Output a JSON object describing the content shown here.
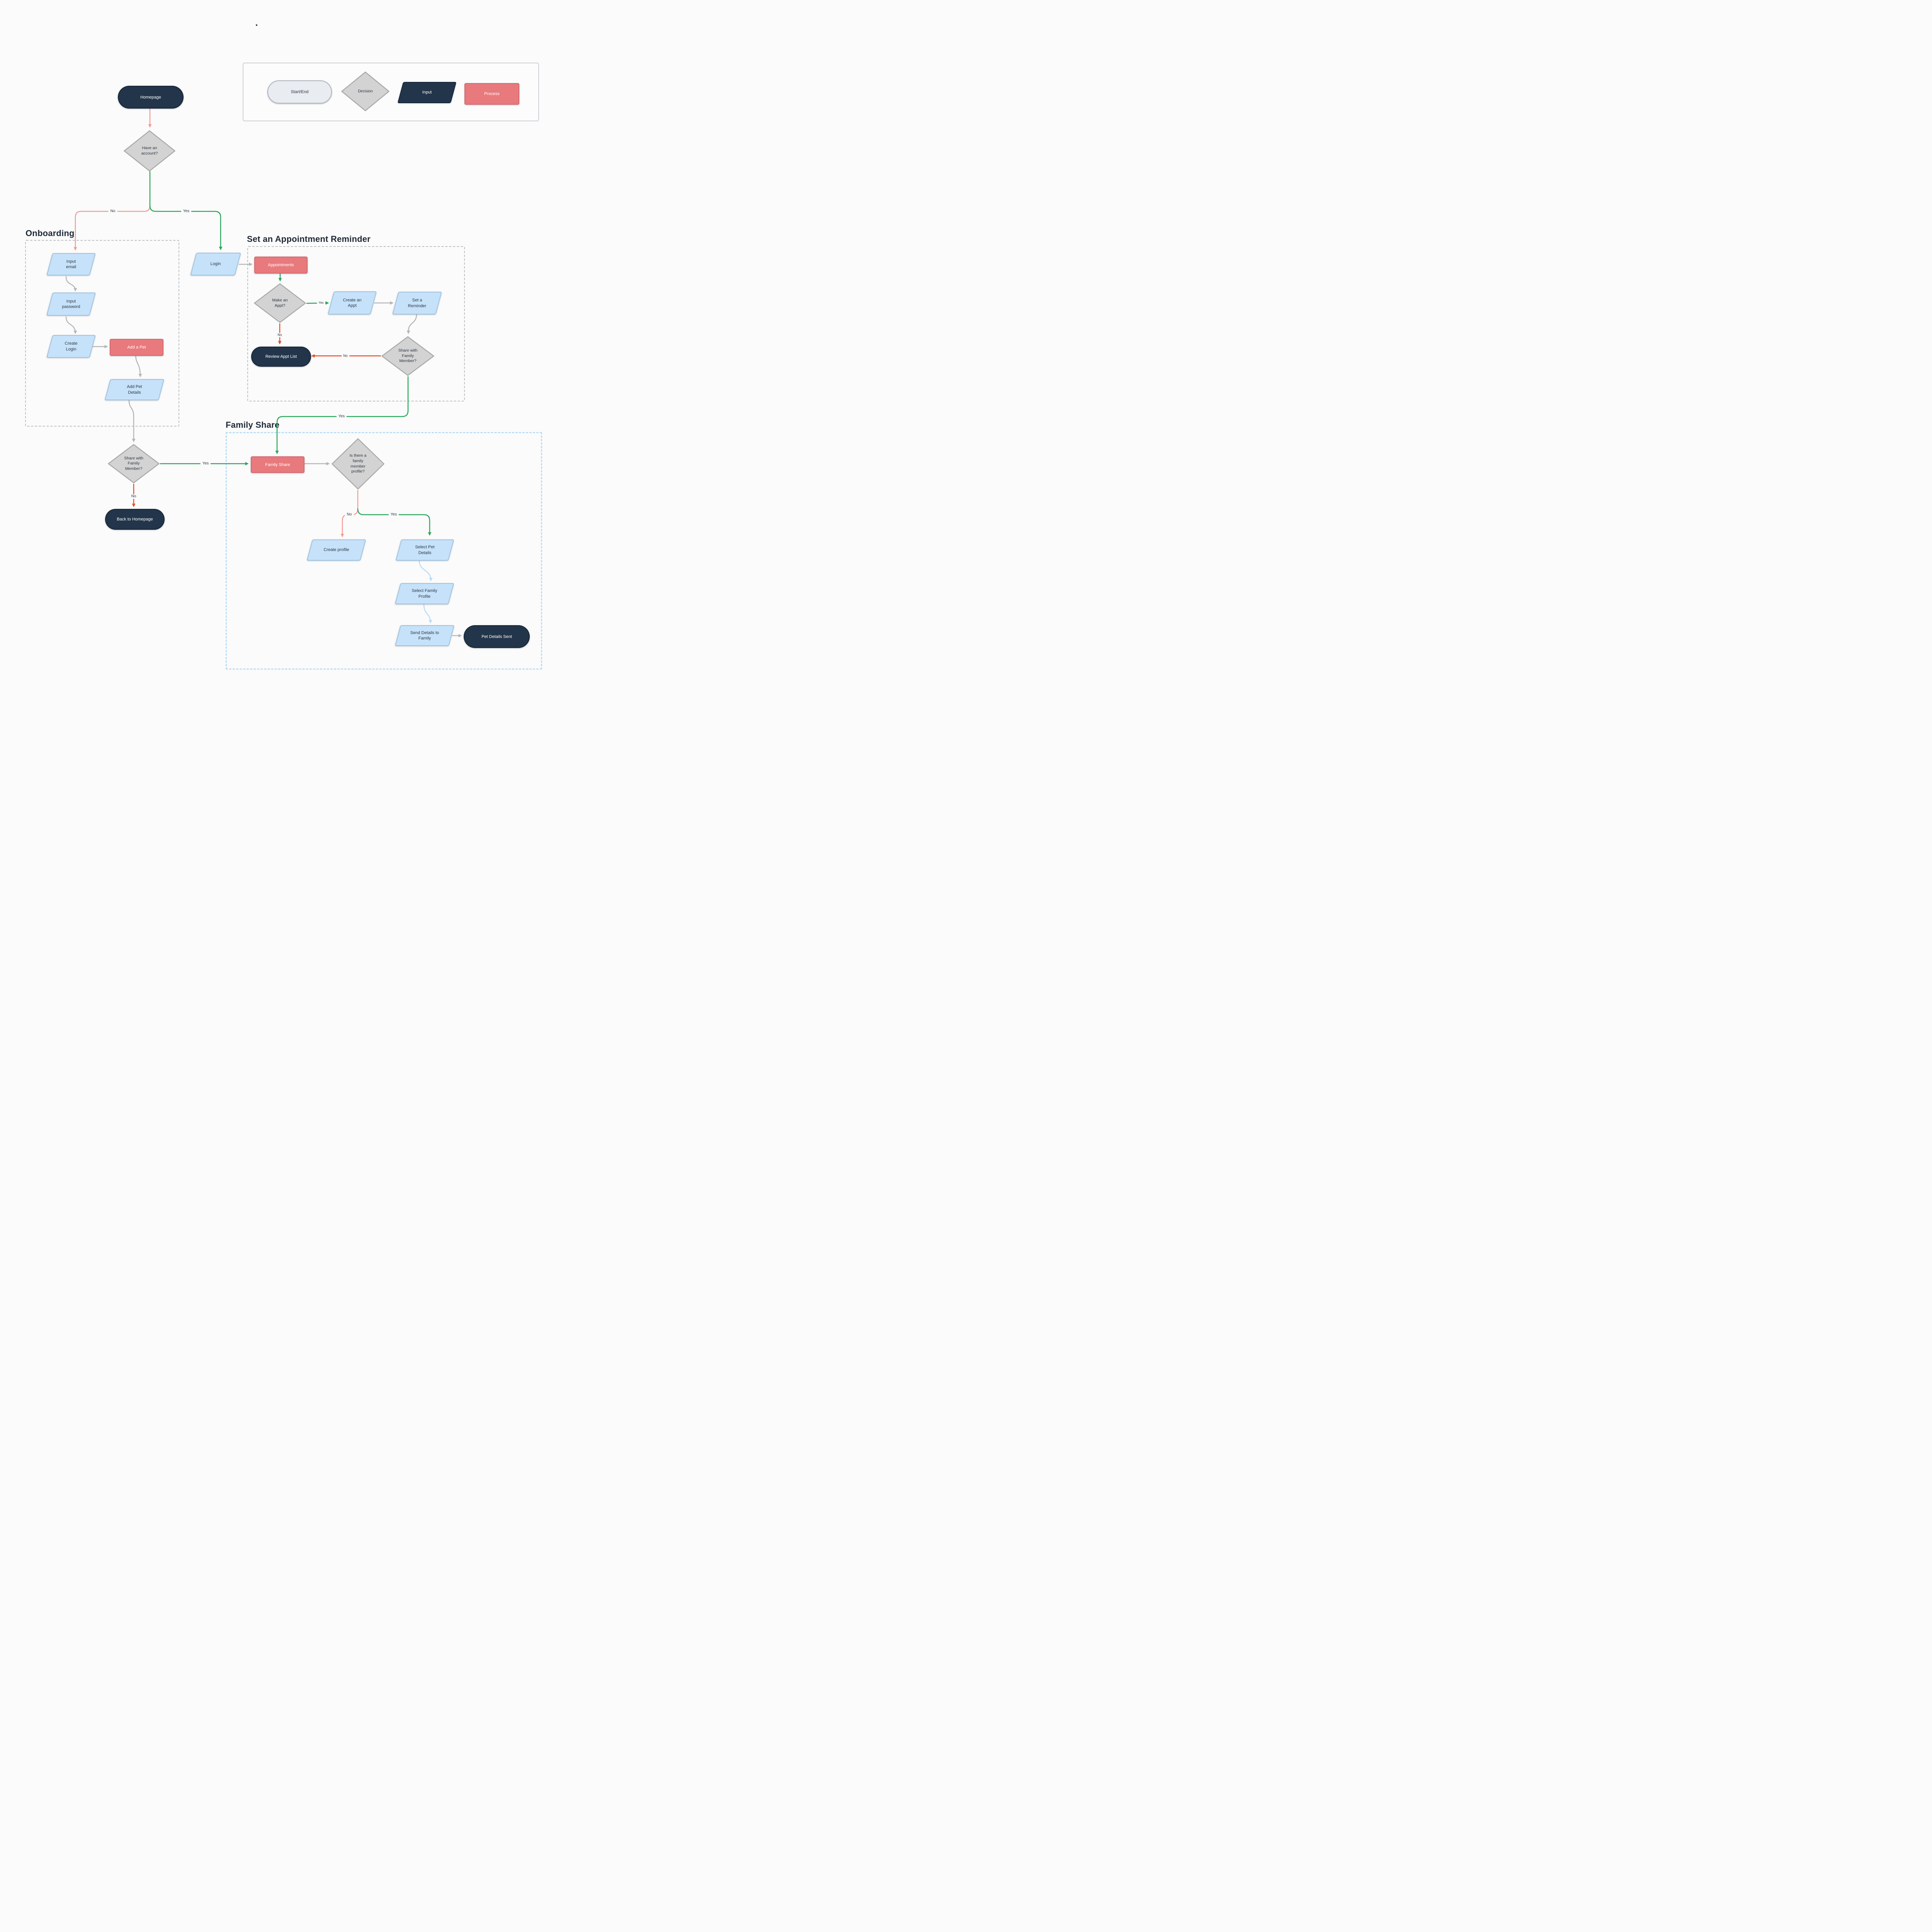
{
  "page": {
    "dot": "."
  },
  "legend": {
    "items": [
      {
        "label": "Start/End"
      },
      {
        "label": "Decision"
      },
      {
        "label": "Input"
      },
      {
        "label": "Process"
      }
    ]
  },
  "sections": {
    "onboarding": {
      "title": "Onboarding"
    },
    "appointment": {
      "title": "Set an Appointment Reminder"
    },
    "family": {
      "title": "Family Share"
    }
  },
  "nodes": {
    "homepage": {
      "label": "Homepage"
    },
    "have_account": {
      "label": "Have an account?"
    },
    "input_email": {
      "label": "Input email"
    },
    "input_password": {
      "label": "Input password"
    },
    "create_login": {
      "label": "Create Login"
    },
    "add_a_pet": {
      "label": "Add a Pet"
    },
    "add_pet_details": {
      "label": "Add Pet Details"
    },
    "login": {
      "label": "Login"
    },
    "appointments": {
      "label": "Appointments"
    },
    "make_appt": {
      "label": "Make an Appt?"
    },
    "create_appt": {
      "label": "Create an Appt"
    },
    "set_reminder": {
      "label": "Set a Reminder"
    },
    "share_family_appt": {
      "label": "Share with Family Member?"
    },
    "review_appt_list": {
      "label": "Review Appt List"
    },
    "share_family_onboarding": {
      "label": "Share with Family Member?"
    },
    "back_to_homepage": {
      "label": "Back to Homepage"
    },
    "family_share": {
      "label": "Family Share"
    },
    "family_profile_question": {
      "label": "Is there a family member profile?"
    },
    "create_profile": {
      "label": "Create profile"
    },
    "select_pet_details": {
      "label": "Select Pet Details"
    },
    "select_family_profile": {
      "label": "Select Family Profile"
    },
    "send_details_to_family": {
      "label": "Send Details to Family"
    },
    "pet_details_sent": {
      "label": "Pet Details Sent"
    }
  },
  "edge_labels": {
    "split_no": "No",
    "split_yes": "Yes",
    "make_appt_yes": "Yes",
    "make_appt_no": "No",
    "share_appt_no": "No",
    "share_appt_yes": "Yes",
    "share_onboarding_yes": "Yes",
    "share_onboarding_no": "No",
    "profile_no": "No",
    "profile_yes": "Yes"
  },
  "colors": {
    "terminator_navy": "#22354A",
    "process_red": "#E8797D",
    "input_blue": "#C6E2FA",
    "decision_gray": "#D3D3D3",
    "edge_green": "#2AA65A",
    "edge_pink": "#F59B95",
    "edge_red": "#E84C24",
    "edge_gray": "#B5B5B5",
    "edge_light_blue": "#B9DCF6"
  }
}
